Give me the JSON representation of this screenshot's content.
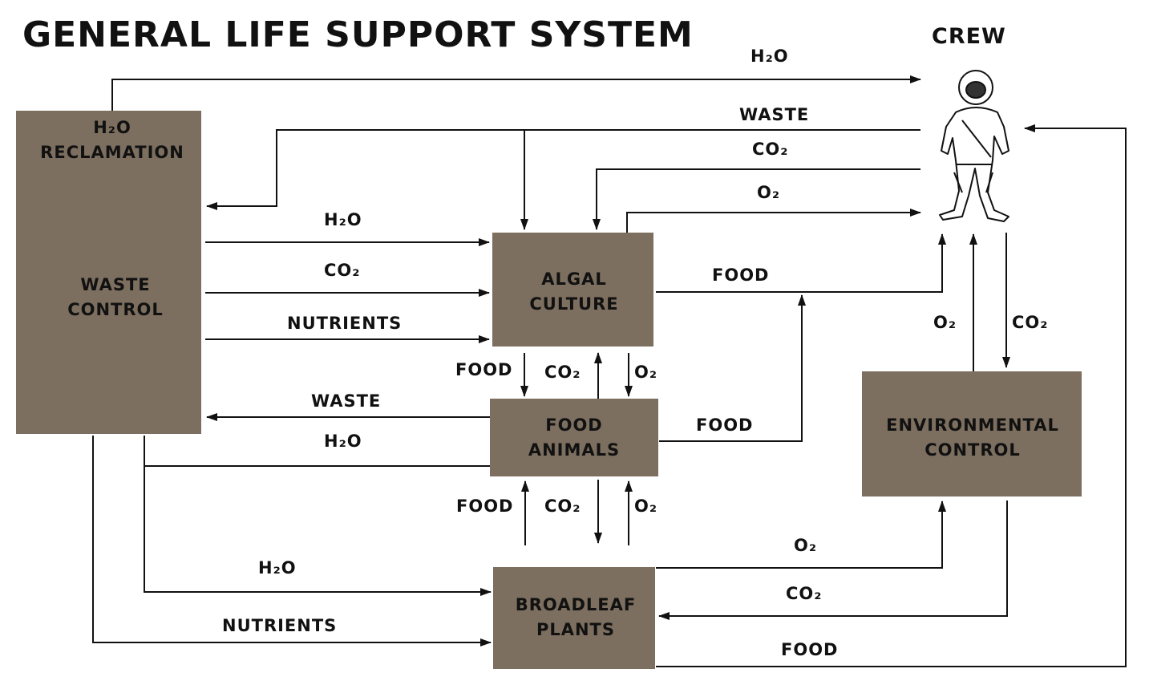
{
  "title": "GENERAL LIFE SUPPORT SYSTEM",
  "crew_label": "CREW",
  "nodes": {
    "water_reclamation": {
      "line1": "H₂O",
      "line2": "RECLAMATION"
    },
    "waste_control": {
      "line1": "WASTE",
      "line2": "CONTROL"
    },
    "algal_culture": {
      "line1": "ALGAL",
      "line2": "CULTURE"
    },
    "food_animals": {
      "line1": "FOOD",
      "line2": "ANIMALS"
    },
    "broadleaf_plants": {
      "line1": "BROADLEAF",
      "line2": "PLANTS"
    },
    "environmental_control": {
      "line1": "ENVIRONMENTAL",
      "line2": "CONTROL"
    }
  },
  "flows": {
    "h2o_top": "H₂O",
    "waste_crew": "WASTE",
    "co2_crew": "CO₂",
    "o2_crew": "O₂",
    "h2o_to_algae": "H₂O",
    "co2_to_algae": "CO₂",
    "nutrients_to_algae": "NUTRIENTS",
    "food_algae_crew": "FOOD",
    "food_algae_animals": "FOOD",
    "co2_animals_algae": "CO₂",
    "o2_algae_animals": "O₂",
    "waste_animals": "WASTE",
    "h2o_animals": "H₂O",
    "food_animals_crew": "FOOD",
    "food_plants_animals": "FOOD",
    "co2_animals_plants": "CO₂",
    "o2_plants_animals": "O₂",
    "h2o_to_plants": "H₂O",
    "nutrients_to_plants": "NUTRIENTS",
    "o2_plants_env": "O₂",
    "co2_env_plants": "CO₂",
    "food_plants_crew": "FOOD",
    "o2_env_crew": "O₂",
    "co2_crew_env": "CO₂"
  },
  "colors": {
    "box_fill": "#7d6f5f",
    "line": "#111111"
  }
}
